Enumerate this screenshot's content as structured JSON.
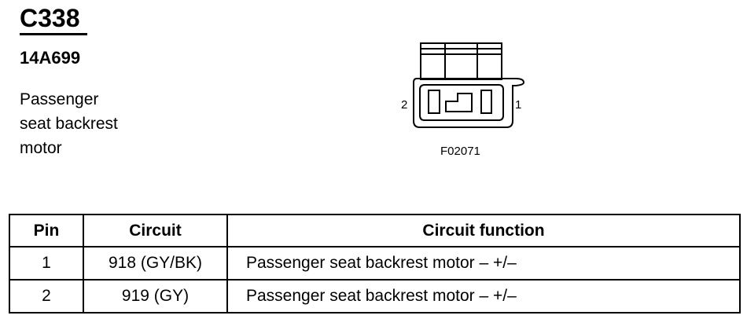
{
  "connector": {
    "id": "C338",
    "part_number": "14A699",
    "description_lines": [
      "Passenger",
      "seat backrest",
      "motor"
    ]
  },
  "diagram": {
    "pin_left_label": "2",
    "pin_right_label": "1",
    "figure_code": "F02071"
  },
  "table": {
    "headers": [
      "Pin",
      "Circuit",
      "Circuit function"
    ],
    "rows": [
      {
        "pin": "1",
        "circuit": "918 (GY/BK)",
        "function": "Passenger seat backrest motor – +/–"
      },
      {
        "pin": "2",
        "circuit": "919 (GY)",
        "function": "Passenger seat backrest motor – +/–"
      }
    ]
  }
}
